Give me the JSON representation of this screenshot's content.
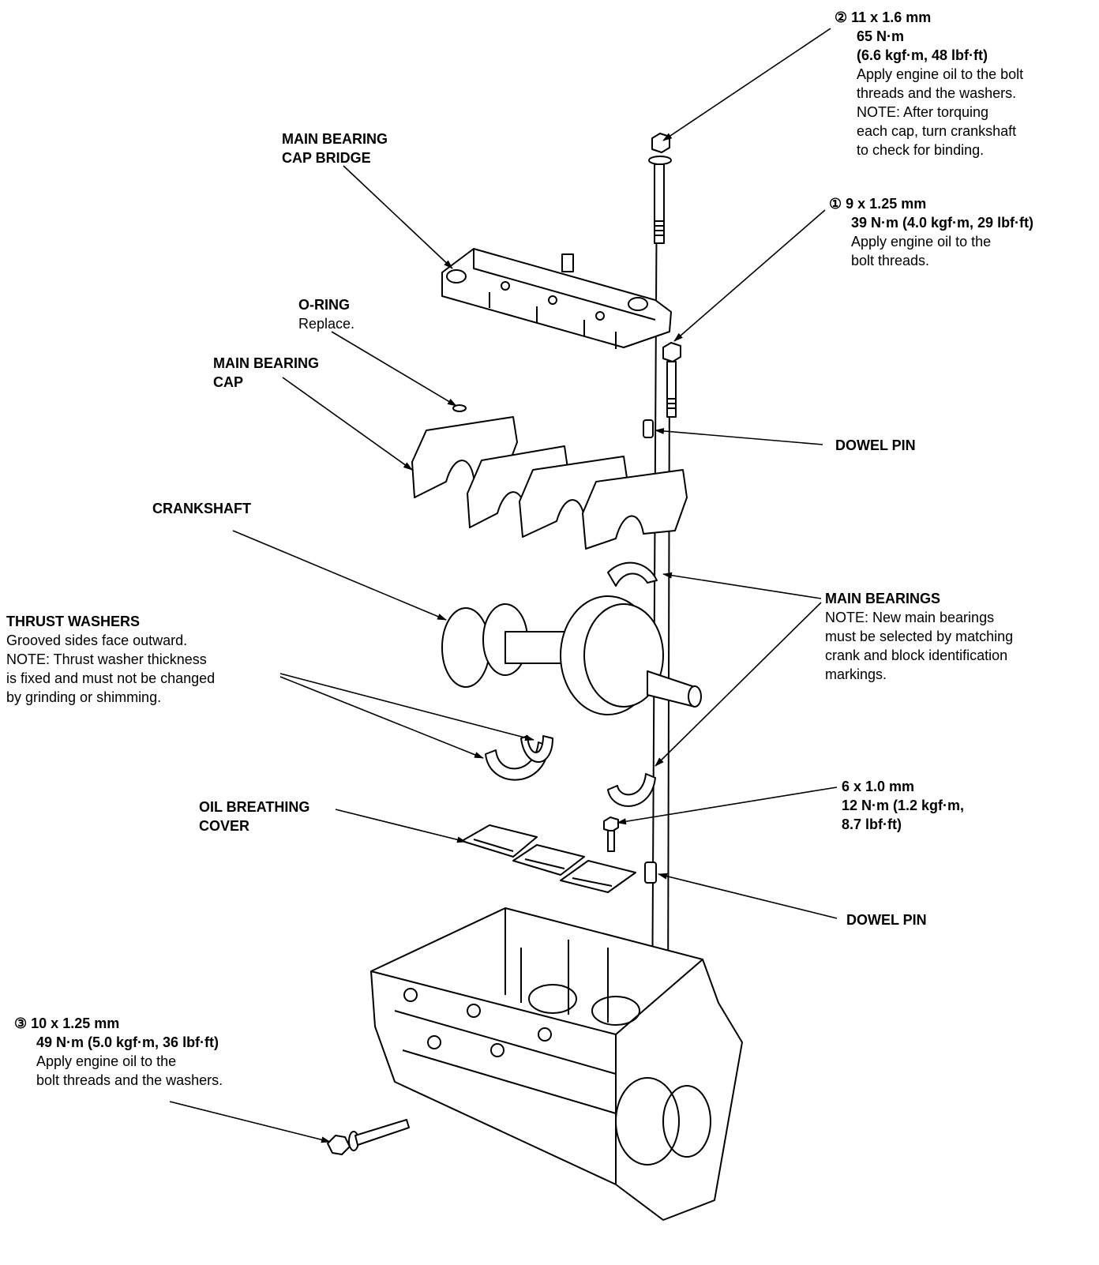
{
  "labels": {
    "bolt2": {
      "marker": "②",
      "size": "11 x 1.6 mm",
      "torque": "65 N·m",
      "torque_alt": "(6.6 kgf·m, 48 lbf·ft)",
      "lines": [
        "Apply engine oil to the bolt",
        "threads and the washers.",
        "NOTE:  After torquing",
        "each cap, turn crankshaft",
        "to check for binding."
      ]
    },
    "bolt1": {
      "marker": "①",
      "size": "9 x 1.25 mm",
      "torque": "39 N·m (4.0 kgf·m, 29 lbf·ft)",
      "lines": [
        "Apply engine oil to the",
        "bolt threads."
      ]
    },
    "cap_bridge": {
      "lines": [
        "MAIN BEARING",
        "CAP BRIDGE"
      ]
    },
    "o_ring": {
      "title": "O-RING",
      "note": "Replace."
    },
    "bearing_cap": {
      "lines": [
        "MAIN BEARING",
        "CAP"
      ]
    },
    "crankshaft": {
      "title": "CRANKSHAFT"
    },
    "thrust_washers": {
      "title": "THRUST WASHERS",
      "lines": [
        "Grooved sides face outward.",
        "NOTE: Thrust washer thickness",
        "is fixed and must not be changed",
        "by grinding or shimming."
      ]
    },
    "dowel_pin_top": {
      "title": "DOWEL PIN"
    },
    "main_bearings": {
      "title": "MAIN BEARINGS",
      "lines": [
        "NOTE: New main bearings",
        "must be selected by matching",
        "crank and block identification",
        "markings."
      ]
    },
    "oil_breathing_cover": {
      "lines": [
        "OIL BREATHING",
        "COVER"
      ]
    },
    "bolt_small": {
      "lines": [
        "6 x 1.0 mm",
        "12 N·m (1.2 kgf·m,",
        "8.7 lbf·ft)"
      ]
    },
    "dowel_pin_bottom": {
      "title": "DOWEL PIN"
    },
    "bolt3": {
      "marker": "③",
      "size": "10 x 1.25 mm",
      "torque": "49 N·m (5.0 kgf·m, 36 lbf·ft)",
      "lines": [
        "Apply engine oil to the",
        "bolt threads and the washers."
      ]
    }
  },
  "colors": {
    "ink": "#000000",
    "paper": "#ffffff"
  }
}
